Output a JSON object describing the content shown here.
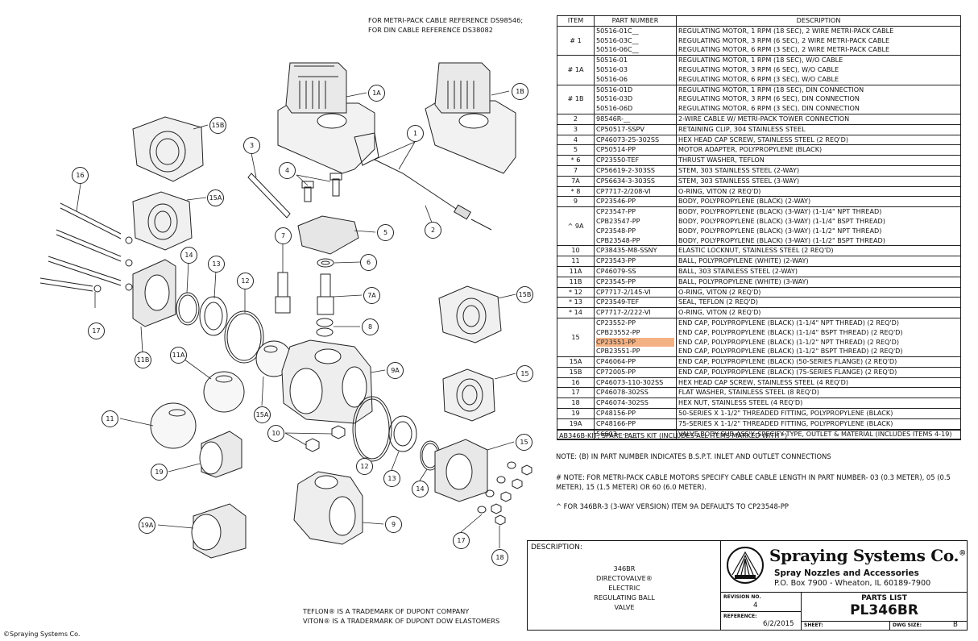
{
  "top_note": [
    "FOR METRI-PACK CABLE REFERENCE DS98546;",
    "FOR DIN CABLE REFERENCE DS38082"
  ],
  "callouts": [
    "1A",
    "1B",
    "1",
    "15B",
    "3",
    "4",
    "16",
    "15A",
    "5",
    "2",
    "7",
    "6",
    "14",
    "13",
    "12",
    "7A",
    "15B",
    "8",
    "11A",
    "9A",
    "17",
    "15",
    "11B",
    "15A",
    "10",
    "11",
    "19",
    "12",
    "13",
    "14",
    "15",
    "9",
    "19A",
    "17",
    "18"
  ],
  "trademarks": [
    "TEFLON® IS A TRADEMARK OF DUPONT COMPANY",
    "VITON® IS A TRADERMARK OF DUPONT DOW ELASTOMERS"
  ],
  "copyright": "©Spraying Systems Co.",
  "table": {
    "headers": [
      "ITEM",
      "PART NUMBER",
      "DESCRIPTION"
    ],
    "rows": [
      {
        "item": "# 1",
        "parts": [
          "50516-01C__",
          "50516-03C__",
          "50516-06C__"
        ],
        "desc": [
          "REGULATING MOTOR, 1 RPM (18 SEC), 2 WIRE METRI-PACK CABLE",
          "REGULATING MOTOR, 3 RPM (6 SEC), 2 WIRE METRI-PACK CABLE",
          "REGULATING MOTOR, 6 RPM (3 SEC), 2 WIRE METRI-PACK CABLE"
        ]
      },
      {
        "item": "# 1A",
        "parts": [
          "50516-01",
          "50516-03",
          "50516-06"
        ],
        "desc": [
          "REGULATING MOTOR, 1 RPM (18 SEC), W/O CABLE",
          "REGULATING MOTOR, 3 RPM (6 SEC), W/O CABLE",
          "REGULATING MOTOR, 6 RPM (3 SEC), W/O CABLE"
        ]
      },
      {
        "item": "# 1B",
        "parts": [
          "50516-01D",
          "50516-03D",
          "50516-06D"
        ],
        "desc": [
          "REGULATING MOTOR, 1 RPM (18 SEC), DIN CONNECTION",
          "REGULATING MOTOR, 3 RPM (6 SEC), DIN CONNECTION",
          "REGULATING MOTOR, 6 RPM (3 SEC), DIN CONNECTION"
        ]
      },
      {
        "item": "2",
        "parts": [
          "98546R-__"
        ],
        "desc": [
          "2-WIRE CABLE W/ METRI-PACK TOWER CONNECTION"
        ]
      },
      {
        "item": "3",
        "parts": [
          "CP50517-SSPV"
        ],
        "desc": [
          "RETAINING CLIP, 304 STAINLESS STEEL"
        ]
      },
      {
        "item": "4",
        "parts": [
          "CP46073-25-302SS"
        ],
        "desc": [
          "HEX HEAD CAP SCREW, STAINLESS STEEL (2 REQ'D)"
        ]
      },
      {
        "item": "5",
        "parts": [
          "CP50514-PP"
        ],
        "desc": [
          "MOTOR ADAPTER, POLYPROPYLENE (BLACK)"
        ]
      },
      {
        "item": "* 6",
        "parts": [
          "CP23550-TEF"
        ],
        "desc": [
          "THRUST WASHER, TEFLON"
        ]
      },
      {
        "item": "7",
        "parts": [
          "CP56619-2-303SS"
        ],
        "desc": [
          "STEM, 303 STAINLESS STEEL (2-WAY)"
        ]
      },
      {
        "item": "7A",
        "parts": [
          "CP56634-3-303SS"
        ],
        "desc": [
          "STEM, 303 STAINLESS STEEL (3-WAY)"
        ]
      },
      {
        "item": "* 8",
        "parts": [
          "CP7717-2/208-VI"
        ],
        "desc": [
          "O-RING, VITON (2 REQ'D)"
        ]
      },
      {
        "item": "9",
        "parts": [
          "CP23546-PP"
        ],
        "desc": [
          "BODY, POLYPROPYLENE (BLACK) (2-WAY)"
        ]
      },
      {
        "item": "^ 9A",
        "parts": [
          "CP23547-PP",
          "CPB23547-PP",
          "CP23548-PP",
          "CPB23548-PP"
        ],
        "desc": [
          "BODY, POLYPROPYLENE (BLACK) (3-WAY) (1-1/4\" NPT THREAD)",
          "BODY, POLYPROPYLENE (BLACK) (3-WAY) (1-1/4\" BSPT THREAD)",
          "BODY, POLYPROPYLENE (BLACK) (3-WAY) (1-1/2\" NPT THREAD)",
          "BODY, POLYPROPYLENE (BLACK) (3-WAY) (1-1/2\" BSPT THREAD)"
        ]
      },
      {
        "item": "10",
        "parts": [
          "CP38435-M8-SSNY"
        ],
        "desc": [
          "ELASTIC LOCKNUT, STAINLESS STEEL (2 REQ'D)"
        ]
      },
      {
        "item": "11",
        "parts": [
          "CP23543-PP"
        ],
        "desc": [
          "BALL, POLYPROPYLENE (WHITE) (2-WAY)"
        ]
      },
      {
        "item": "11A",
        "parts": [
          "CP46079-SS"
        ],
        "desc": [
          "BALL, 303 STAINLESS STEEL (2-WAY)"
        ]
      },
      {
        "item": "11B",
        "parts": [
          "CP23545-PP"
        ],
        "desc": [
          "BALL, POLYPROPYLENE (WHITE) (3-WAY)"
        ]
      },
      {
        "item": "* 12",
        "parts": [
          "CP7717-2/145-VI"
        ],
        "desc": [
          "O-RING, VITON (2 REQ'D)"
        ]
      },
      {
        "item": "* 13",
        "parts": [
          "CP23549-TEF"
        ],
        "desc": [
          "SEAL, TEFLON (2 REQ'D)"
        ]
      },
      {
        "item": "* 14",
        "parts": [
          "CP7717-2/222-VI"
        ],
        "desc": [
          "O-RING, VITON (2 REQ'D)"
        ]
      },
      {
        "item": "15",
        "parts": [
          "CP23552-PP",
          "CPB23552-PP",
          "CP23551-PP",
          "CPB23551-PP"
        ],
        "desc": [
          "END CAP, POLYPROPYLENE (BLACK) (1-1/4\" NPT THREAD) (2 REQ'D)",
          "END CAP, POLYPROPYLENE (BLACK) (1-1/4\" BSPT THREAD) (2 REQ'D)",
          "END CAP, POLYPROPYLENE (BLACK) (1-1/2\" NPT THREAD) (2 REQ'D)",
          "END CAP, POLYPROPYLENE (BLACK) (1-1/2\" BSPT THREAD) (2 REQ'D)"
        ],
        "highlight_index": 2
      },
      {
        "item": "15A",
        "parts": [
          "CP46064-PP"
        ],
        "desc": [
          "END CAP, POLYPROPYLENE (BLACK) (50-SERIES FLANGE) (2 REQ'D)"
        ]
      },
      {
        "item": "15B",
        "parts": [
          "CP72005-PP"
        ],
        "desc": [
          "END CAP, POLYPROPYLENE (BLACK) (75-SERIES FLANGE) (2 REQ'D)"
        ]
      },
      {
        "item": "16",
        "parts": [
          "CP46073-110-302SS"
        ],
        "desc": [
          "HEX HEAD CAP SCREW, STAINLESS STEEL (4 REQ'D)"
        ]
      },
      {
        "item": "17",
        "parts": [
          "CP46078-302SS"
        ],
        "desc": [
          "FLAT WASHER, STAINLESS STEEL (8 REQ'D)"
        ]
      },
      {
        "item": "18",
        "parts": [
          "CP46074-302SS"
        ],
        "desc": [
          "HEX NUT, STAINLESS STEEL (4 REQ'D)"
        ]
      },
      {
        "item": "19",
        "parts": [
          "CP48156-PP"
        ],
        "desc": [
          "50-SERIES X 1-1/2\" THREADED FITTING, POLYPROPYLENE (BLACK)"
        ]
      },
      {
        "item": "19A",
        "parts": [
          "CP48166-PP"
        ],
        "desc": [
          "75-SERIES X 1-1/2\" THREADED FITTING, POLYPROPYLENE (BLACK)"
        ]
      },
      {
        "item": "",
        "parts": [
          "56603-_-_-__"
        ],
        "desc": [
          "VALVE BODY SUB-ASS'Y. SPECIFY TYPE, OUTLET & MATERIAL (INCLUDES ITEMS 4-19)"
        ]
      }
    ],
    "kit": "AB346B-KIT, SPARE PARTS KIT (INCLUDES ALL ITEMS MARKED WITH *)"
  },
  "notes": [
    "NOTE: (B) IN PART NUMBER INDICATES B.S.P.T. INLET AND OUTLET CONNECTIONS",
    "# NOTE: FOR METRI-PACK CABLE MOTORS SPECIFY CABLE CABLE LENGTH IN PART NUMBER- 03 (0.3 METER), 05 (0.5 METER), 15 (1.5 METER) OR 60 (6.0 METER).",
    "^ FOR 346BR-3 (3-WAY VERSION) ITEM 9A DEFAULTS TO CP23548-PP"
  ],
  "title_block": {
    "description_label": "DESCRIPTION:",
    "description": [
      "346BR",
      "DIRECTOVALVE®",
      "ELECTRIC",
      "REGULATING BALL",
      "VALVE"
    ],
    "company": "Spraying Systems Co.",
    "company_mark": "®",
    "tagline": "Spray Nozzles and Accessories",
    "address": "P.O. Box 7900 - Wheaton, IL 60189-7900",
    "revision_label": "REVISION NO.",
    "revision": "4",
    "reference_label": "REFERENCE:",
    "date": "6/2/2015",
    "parts_list_label": "PARTS LIST",
    "parts_list_number": "PL346BR",
    "sheet_label": "SHEET:",
    "dwg_size_label": "DWG SIZE:",
    "dwg_size": "B"
  },
  "colors": {
    "highlight": "#f4b183",
    "line": "#222222"
  }
}
